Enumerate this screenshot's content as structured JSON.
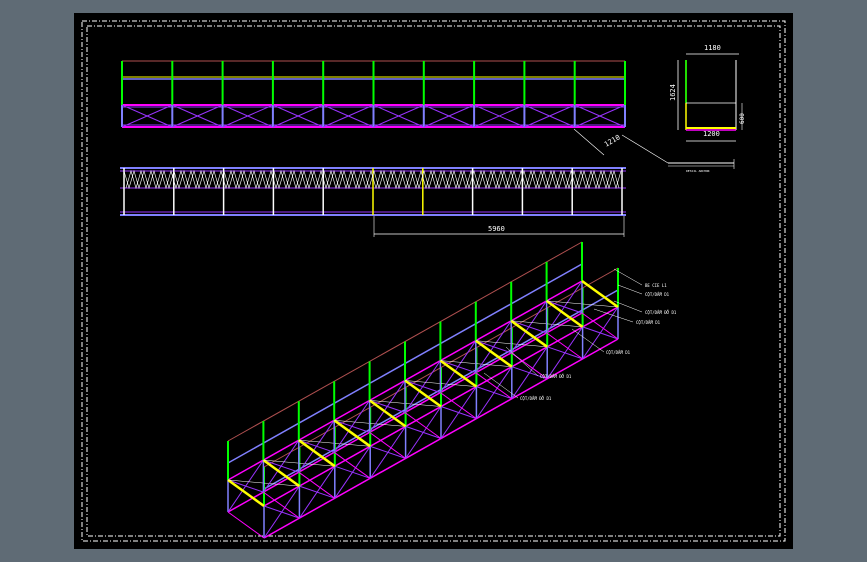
{
  "colors": {
    "app_background": "#5f6b75",
    "sheet": "#000000",
    "frame": "#ffffff",
    "green": "#00ff00",
    "magenta": "#ff00ff",
    "purple": "#9933ff",
    "blue": "#8080ff",
    "yellow": "#ffff00",
    "brown": "#b05050",
    "white": "#ffffff"
  },
  "dimensions": {
    "section_width_top": "1180",
    "section_height": "1624",
    "section_width_bottom": "1200",
    "section_small": "600",
    "span": "5960",
    "diagonal": "1210"
  },
  "callouts": [
    "BE CIE L1",
    "CỘT/DẦM D1",
    "CỘT/DẦM ĐỠ D1",
    "CỘT/DẦM D1",
    "CỘT/DẦM D1",
    "CỘT/DẦM ĐỠ D1",
    "CỘT/DẦM ĐỠ D1"
  ],
  "detail_caption": "DETAIL ANCHOR"
}
